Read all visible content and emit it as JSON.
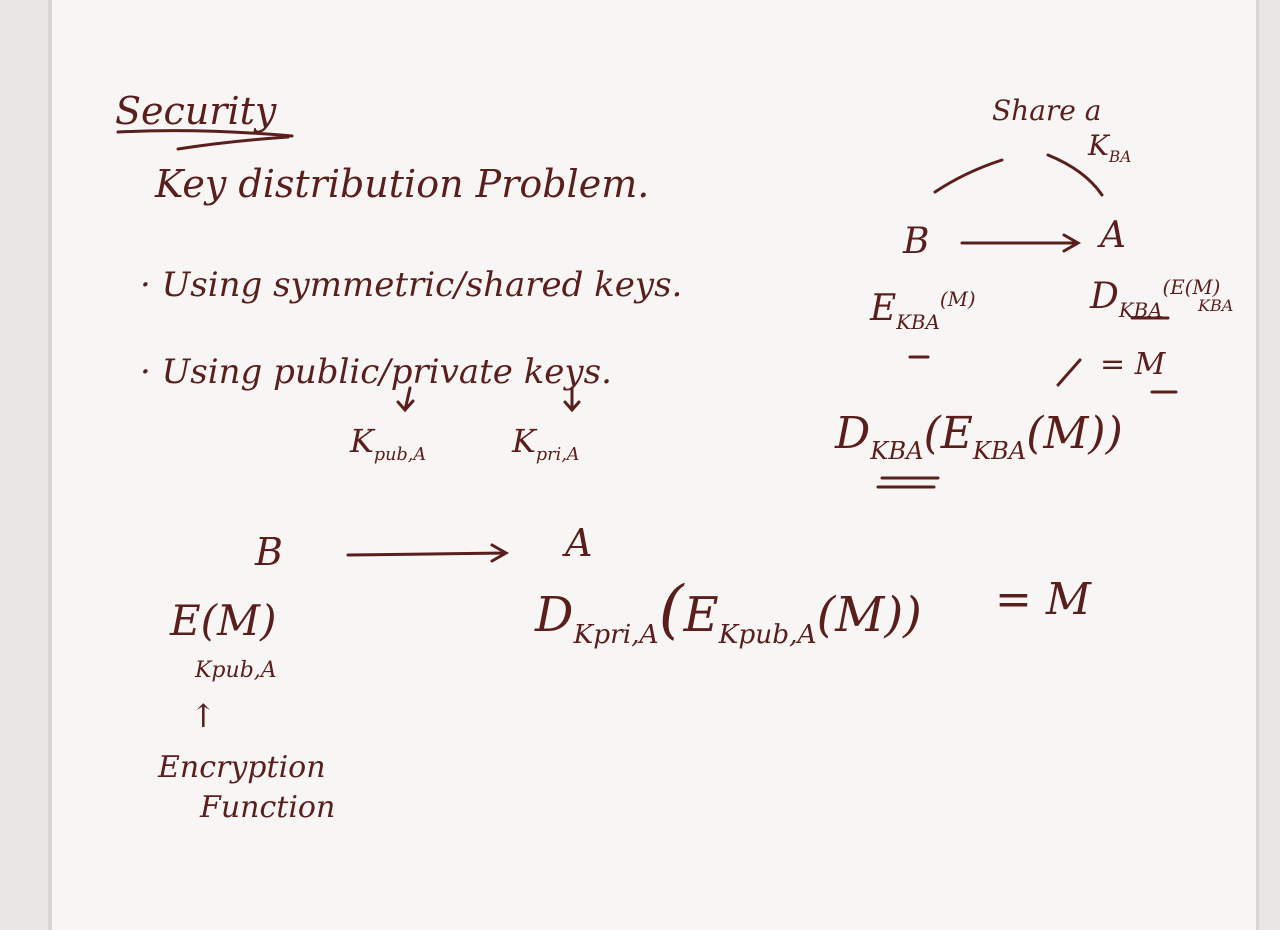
{
  "title": "Security",
  "subtitle": "Key distribution Problem.",
  "bullets": [
    "Using symmetric/shared keys.",
    "Using public/private keys."
  ],
  "keys": {
    "pub": "K",
    "pub_sub": "pub,A",
    "pri": "K",
    "pri_sub": "pri,A"
  },
  "right_diagram": {
    "note_top": "Share a",
    "note_key": "K",
    "note_key_sub": "BA",
    "sender": "B",
    "receiver": "A",
    "enc": "E",
    "enc_sub": "KBA",
    "enc_arg": "(M)",
    "dec": "D",
    "dec_sub": "KBA",
    "dec_arg": "(E",
    "dec_arg_sup": "(M)",
    "dec_arg_sub": "KBA",
    "equals_m": "= M",
    "big_d": "D",
    "big_d_sub": "KBA",
    "big_open": "(E",
    "big_e_sub": "KBA",
    "big_close": "(M))"
  },
  "bottom_diagram": {
    "sender": "B",
    "receiver": "A",
    "enc": "E",
    "enc_arg": "(M)",
    "enc_sub": "Kpub,A",
    "up_arrow": "↑",
    "caption_1": "Encryption",
    "caption_2": "Function",
    "dec": "D",
    "dec_sub": "Kpri,A",
    "dec_open": "(",
    "e2": "E",
    "e2_sub": "Kpub,A",
    "e2_arg": "(M))",
    "result": "= M"
  }
}
